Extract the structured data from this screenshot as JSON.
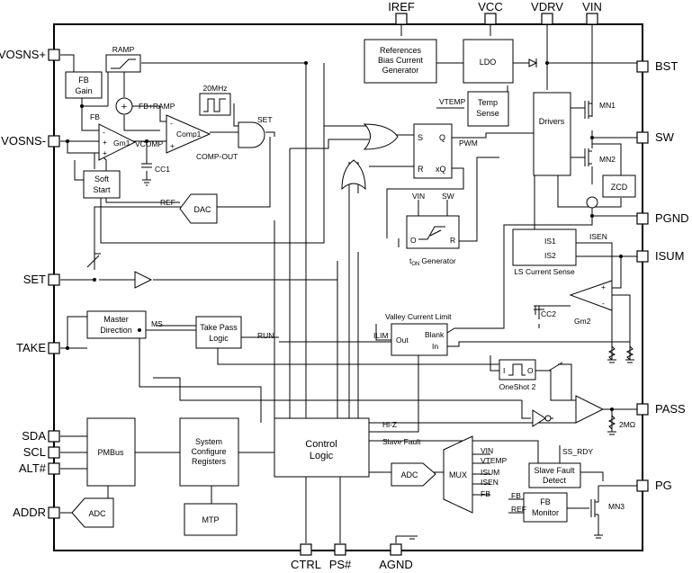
{
  "pins": {
    "vosns_plus": "VOSNS+",
    "vosns_minus": "VOSNS-",
    "set": "SET",
    "take": "TAKE",
    "sda": "SDA",
    "scl": "SCL",
    "alt": "ALT#",
    "addr": "ADDR",
    "iref": "IREF",
    "vcc": "VCC",
    "vdrv": "VDRV",
    "vin": "VIN",
    "bst": "BST",
    "sw": "SW",
    "pgnd": "PGND",
    "isum": "ISUM",
    "pass": "PASS",
    "pg": "PG",
    "ctrl": "CTRL",
    "ps": "PS#",
    "agnd": "AGND"
  },
  "blocks": {
    "fb_gain": [
      "FB",
      "Gain"
    ],
    "ramp": "RAMP",
    "clock": "20MHz",
    "soft_start": [
      "Soft",
      "Start"
    ],
    "dac": "DAC",
    "references": [
      "References",
      "Bias Current",
      "Generator"
    ],
    "ldo": "LDO",
    "temp_sense": [
      "Temp",
      "Sense"
    ],
    "drivers": "Drivers",
    "zcd": "ZCD",
    "ls_current_sense": "LS Current Sense",
    "ton_generator": "Generator",
    "ton_prefix": "t",
    "ton_sub": "ON",
    "master_direction": [
      "Master",
      "Direction"
    ],
    "take_pass_logic": [
      "Take Pass",
      "Logic"
    ],
    "valley_current_limit": "Valley Current Limit",
    "oneshot": "OneShot 2",
    "pmbus": "PMBus",
    "system_config": [
      "System",
      "Configure",
      "Registers"
    ],
    "mtp": "MTP",
    "control_logic": [
      "Control",
      "Logic"
    ],
    "adc": "ADC",
    "mux": "MUX",
    "slave_fault_detect": [
      "Slave Fault",
      "Detect"
    ],
    "fb_monitor": [
      "FB",
      "Monitor"
    ]
  },
  "signals": {
    "fb": "FB",
    "fb_ramp": "FB+RAMP",
    "gm1": "Gm1",
    "vcomp": "VCOMP",
    "comp1": "Comp1",
    "comp_out": "COMP-OUT",
    "set": "SET",
    "cc1": "CC1",
    "ref": "REF",
    "plus": "+",
    "minus": "-",
    "s": "S",
    "r": "R",
    "q": "Q",
    "xq": "xQ",
    "pwm": "PWM",
    "vtemp": "VTEMP",
    "mn1": "MN1",
    "mn2": "MN2",
    "vin": "VIN",
    "sw": "SW",
    "o": "O",
    "is1": "IS1",
    "is2": "IS2",
    "isen": "ISEN",
    "cc2": "CC2",
    "gm2": "Gm2",
    "ms": "MS",
    "run": "RUN",
    "ilim": "ILIM",
    "out": "Out",
    "blank": "Blank",
    "in": "In",
    "i": "I",
    "hi_z": "Hi-Z",
    "slave_fault": "Slave Fault",
    "ss_rdy": "SS_RDY",
    "mux_vin": "VIN",
    "mux_vtemp": "VTEMP",
    "mux_isum": "ISUM",
    "mux_isen": "ISEN",
    "mux_fb": "FB",
    "fbm_fb": "FB",
    "fbm_ref": "REF",
    "mn3": "MN3",
    "r2m": "2MΩ"
  }
}
